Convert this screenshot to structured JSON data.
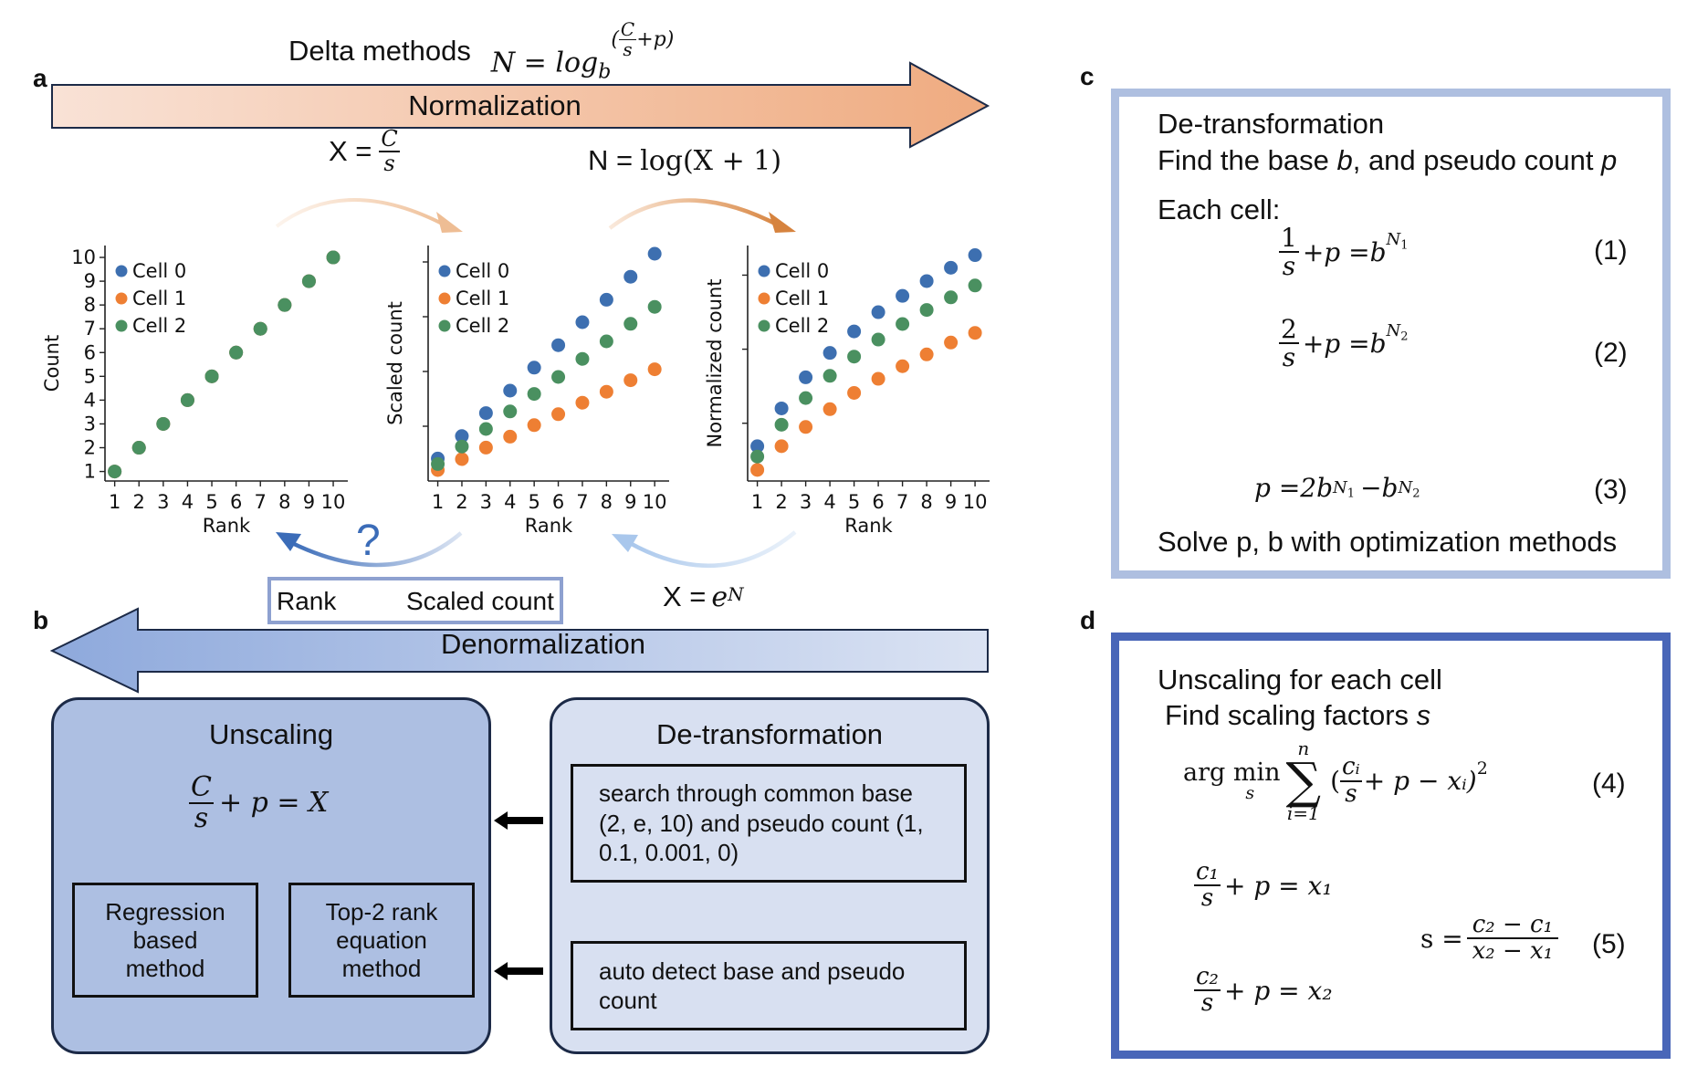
{
  "panel_labels": {
    "a": "a",
    "b": "b",
    "c": "c",
    "d": "d"
  },
  "colors": {
    "cell0": "#3d6fb0",
    "cell1": "#ee7f33",
    "cell2": "#4a9060",
    "norm_arrow_start": "#f9e2d6",
    "norm_arrow_end": "#efab80",
    "denorm_arrow_start": "#8ea9dc",
    "denorm_arrow_end": "#dbe3f3",
    "unscaling_box": "#adbfe2",
    "detransform_box": "#d8e0f1",
    "panel_c_border": "#aebfe0",
    "panel_d_border": "#4966b8",
    "box_outline": "#1c2a47"
  },
  "top": {
    "delta_label": "Delta methods",
    "delta_formula_lhs": "N = log",
    "delta_formula_base": "b",
    "delta_formula_exp_num": "C",
    "delta_formula_exp_den": "s",
    "delta_formula_exp_tail": "+p",
    "normalization_label": "Normalization",
    "scale_formula_lhs": "X = ",
    "scale_formula_num": "C",
    "scale_formula_den": "s",
    "log_formula_lhs": "N = ",
    "log_formula_rhs": "log(X + 1)"
  },
  "middle": {
    "question_mark": "?",
    "rank_scaled_left": "Rank",
    "rank_scaled_right": "Scaled count",
    "exp_formula_lhs": "X = ",
    "exp_formula_base": "e",
    "exp_formula_exp": "N",
    "denormalization_label": "Denormalization"
  },
  "unscaling": {
    "title": "Unscaling",
    "formula_num": "C",
    "formula_den": "s",
    "formula_tail": "+ p = X",
    "method1": "Regression based method",
    "method2": "Top-2 rank equation method"
  },
  "detransformation": {
    "title": "De-transformation",
    "step1": "search through common base (2, e, 10) and pseudo count (1, 0.1, 0.001, 0)",
    "step2": "auto detect  base and pseudo count"
  },
  "panel_c": {
    "title": "De-transformation",
    "subtitle_pre": "Find the base ",
    "subtitle_b": "b",
    "subtitle_mid": ", and pseudo count ",
    "subtitle_p": "p",
    "each_cell": "Each cell:",
    "eq1_num": "1",
    "eq1_den": "s",
    "eq1_tail": "+p =b",
    "eq1_exp": "N",
    "eq1_sub": "1",
    "eq1_label": "(1)",
    "eq2_num": "2",
    "eq2_den": "s",
    "eq2_tail": "+p =b",
    "eq2_exp": "N",
    "eq2_sub": "2",
    "eq2_label": "(2)",
    "eq3_text": "p =2b",
    "eq3_exp1": "N",
    "eq3_sub1": "1",
    "eq3_mid": " −b",
    "eq3_exp2": "N",
    "eq3_sub2": "2",
    "eq3_label": "(3)",
    "conclusion": "Solve p, b with optimization methods"
  },
  "panel_d": {
    "title": "Unscaling for each cell",
    "subtitle_pre": "Find scaling factors ",
    "subtitle_s": "s",
    "eq4_argmin": "arg min",
    "eq4_sub": "s",
    "eq4_sum_top": "n",
    "eq4_sum_bottom": "i=1",
    "eq4_body_open": "(",
    "eq4_num": "cᵢ",
    "eq4_den": "s",
    "eq4_body_tail": "+ p − xᵢ)",
    "eq4_power": "2",
    "eq4_label": "(4)",
    "eq5a_num": "c₁",
    "eq5a_den": "s",
    "eq5a_tail": "+ p = x₁",
    "eq5b_num": "c₂",
    "eq5b_den": "s",
    "eq5b_tail": "+ p = x₂",
    "eq5_lhs": "s = ",
    "eq5_num": "c₂ − c₁",
    "eq5_den": "x₂ − x₁",
    "eq5_label": "(5)"
  },
  "chart_data": [
    {
      "type": "scatter",
      "title": "",
      "xlabel": "Rank",
      "ylabel": "Count",
      "x": [
        1,
        2,
        3,
        4,
        5,
        6,
        7,
        8,
        9,
        10
      ],
      "xticks": [
        "1",
        "2",
        "3",
        "4",
        "5",
        "6",
        "7",
        "8",
        "9",
        "10"
      ],
      "yticks": [
        "1",
        "2",
        "3",
        "4",
        "5",
        "6",
        "7",
        "8",
        "9",
        "10"
      ],
      "ytick_values": [
        1,
        2,
        3,
        4,
        5,
        6,
        7,
        8,
        9,
        10
      ],
      "ylim": [
        0.6,
        10.5
      ],
      "legend": [
        "Cell 0",
        "Cell 1",
        "Cell 2"
      ],
      "legend_position": "top-left",
      "series": [
        {
          "name": "Cell 0",
          "values": [
            1,
            2,
            3,
            4,
            5,
            6,
            7,
            8,
            9,
            10
          ]
        },
        {
          "name": "Cell 1",
          "values": [
            1,
            2,
            3,
            4,
            5,
            6,
            7,
            8,
            9,
            10
          ]
        },
        {
          "name": "Cell 2",
          "values": [
            1,
            2,
            3,
            4,
            5,
            6,
            7,
            8,
            9,
            10
          ]
        }
      ]
    },
    {
      "type": "scatter",
      "title": "",
      "xlabel": "Rank",
      "ylabel": "Scaled count",
      "x": [
        1,
        2,
        3,
        4,
        5,
        6,
        7,
        8,
        9,
        10
      ],
      "xticks": [
        "1",
        "2",
        "3",
        "4",
        "5",
        "6",
        "7",
        "8",
        "9",
        "10"
      ],
      "yticks": [
        "",
        "",
        "",
        ""
      ],
      "ytick_values": [
        1,
        2,
        3,
        4
      ],
      "ylim": [
        0,
        4.3
      ],
      "legend": [
        "Cell 0",
        "Cell 1",
        "Cell 2"
      ],
      "legend_position": "top-left",
      "series": [
        {
          "name": "Cell 0",
          "values": [
            0.41,
            0.82,
            1.24,
            1.65,
            2.07,
            2.48,
            2.9,
            3.31,
            3.73,
            4.15
          ]
        },
        {
          "name": "Cell 1",
          "values": [
            0.2,
            0.4,
            0.61,
            0.81,
            1.02,
            1.22,
            1.43,
            1.63,
            1.84,
            2.04
          ]
        },
        {
          "name": "Cell 2",
          "values": [
            0.31,
            0.63,
            0.95,
            1.27,
            1.59,
            1.9,
            2.23,
            2.55,
            2.87,
            3.18
          ]
        }
      ]
    },
    {
      "type": "scatter",
      "title": "",
      "xlabel": "Rank",
      "ylabel": "Normalized count",
      "x": [
        1,
        2,
        3,
        4,
        5,
        6,
        7,
        8,
        9,
        10
      ],
      "xticks": [
        "1",
        "2",
        "3",
        "4",
        "5",
        "6",
        "7",
        "8",
        "9",
        "10"
      ],
      "yticks": [
        "",
        "",
        ""
      ],
      "ytick_values": [
        1,
        2,
        3
      ],
      "ylim": [
        0.22,
        3.4
      ],
      "legend": [
        "Cell 0",
        "Cell 1",
        "Cell 2"
      ],
      "legend_position": "top-left",
      "series": [
        {
          "name": "Cell 0",
          "values": [
            0.69,
            1.2,
            1.62,
            1.95,
            2.24,
            2.5,
            2.72,
            2.92,
            3.1,
            3.27
          ]
        },
        {
          "name": "Cell 1",
          "values": [
            0.37,
            0.69,
            0.95,
            1.19,
            1.41,
            1.6,
            1.77,
            1.93,
            2.09,
            2.22
          ]
        },
        {
          "name": "Cell 2",
          "values": [
            0.55,
            0.98,
            1.34,
            1.64,
            1.9,
            2.13,
            2.34,
            2.53,
            2.7,
            2.86
          ]
        }
      ]
    }
  ]
}
